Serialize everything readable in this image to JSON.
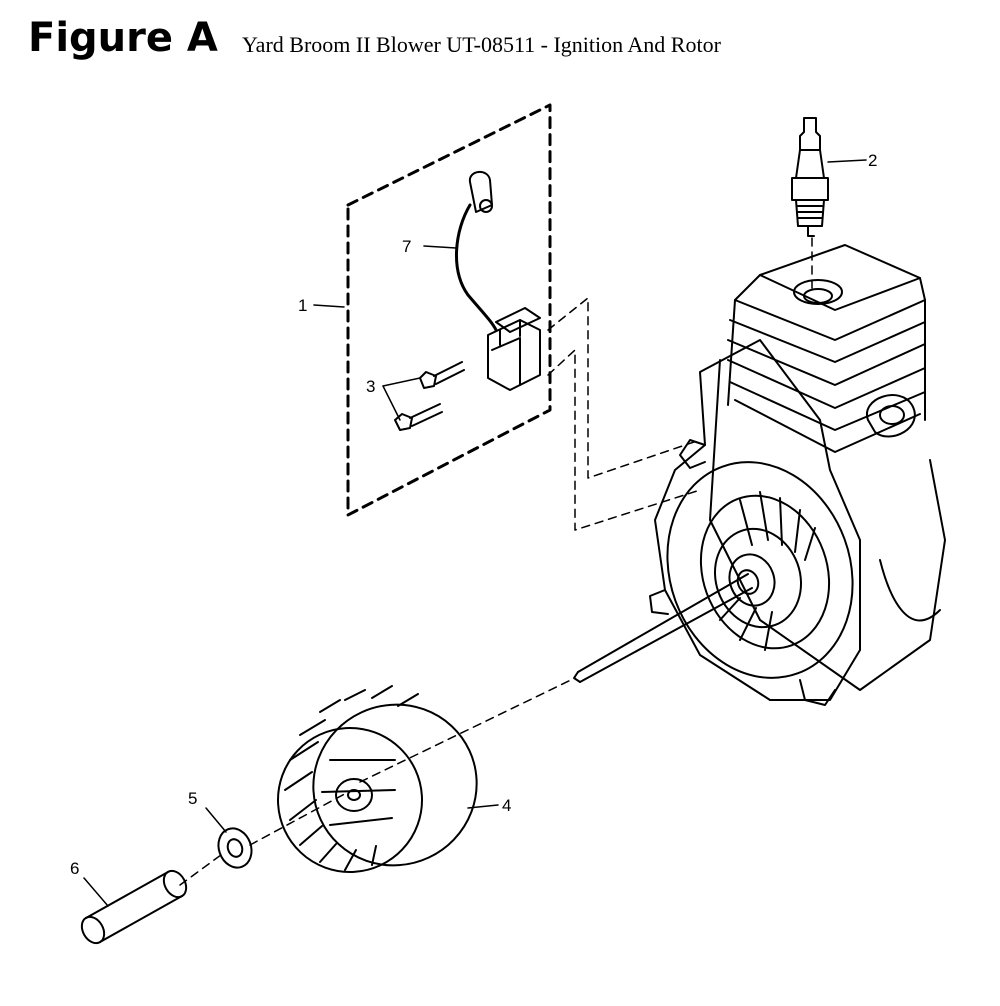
{
  "header": {
    "figure_label": "Figure A",
    "subtitle": "Yard Broom II Blower UT-08511 - Ignition And Rotor"
  },
  "callouts": {
    "c1": "1",
    "c2": "2",
    "c3": "3",
    "c4": "4",
    "c5": "5",
    "c6": "6",
    "c7": "7"
  },
  "parts": [
    {
      "ref": "1",
      "name": "ignition-module-assembly"
    },
    {
      "ref": "2",
      "name": "spark-plug"
    },
    {
      "ref": "3",
      "name": "screws"
    },
    {
      "ref": "4",
      "name": "flywheel-rotor"
    },
    {
      "ref": "5",
      "name": "washer"
    },
    {
      "ref": "6",
      "name": "tool-pin"
    },
    {
      "ref": "7",
      "name": "ignition-lead-wire"
    }
  ],
  "colors": {
    "ink": "#000000",
    "background": "#ffffff"
  }
}
